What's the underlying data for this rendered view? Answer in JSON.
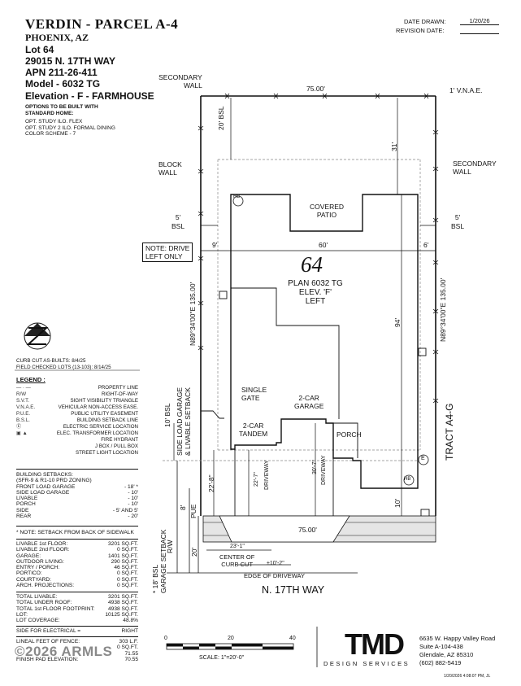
{
  "header": {
    "project": "VERDIN - PARCEL A-4",
    "city": "PHOENIX, AZ",
    "lot": "Lot 64",
    "address": "29015 N. 17TH WAY",
    "apn": "APN 211-26-411",
    "model": "Model - 6032 TG",
    "elevation": "Elevation - F - FARMHOUSE",
    "options_title1": "OPTIONS TO BE BUILT WITH",
    "options_title2": "STANDARD HOME:",
    "option1": "OPT. STUDY ILO. FLEX",
    "option2": "OPT. STUDY 2 ILO. FORMAL DINING",
    "option3": "COLOR SCHEME - 7"
  },
  "date_block": {
    "date_drawn_label": "DATE DRAWN:",
    "date_drawn": "1/20/26",
    "revision_label": "REVISION DATE:"
  },
  "plan": {
    "lot_number": "64",
    "plan_name": "PLAN 6032 TG",
    "elev": "ELEV. 'F'",
    "handing": "LEFT",
    "labels": {
      "secondary_wall_top": "SECONDARY\nWALL",
      "secondary_wall_right1": "SECONDARY",
      "secondary_wall_right2": "WALL",
      "secondary_wall_top1": "SECONDARY",
      "secondary_wall_top2": "WALL",
      "vnae": "1' V.N.A.E.",
      "block_wall1": "BLOCK",
      "block_wall2": "WALL",
      "bsl_left1": "5'",
      "bsl_left2": "BSL",
      "bsl_right1": "5'",
      "bsl_right2": "BSL",
      "note1": "NOTE: DRIVE",
      "note2": "LEFT ONLY",
      "covered1": "COVERED",
      "covered2": "PATIO",
      "single1": "SINGLE",
      "single2": "GATE",
      "garage1": "2-CAR",
      "garage2": "GARAGE",
      "tandem1": "2-CAR",
      "tandem2": "TANDEM",
      "porch": "PORCH",
      "driveway": "DRIVEWAY",
      "tract": "TRACT A4-G",
      "street": "N. 17TH WAY",
      "edge_driveway": "EDGE OF DRIVEWAY",
      "center_curb1": "CENTER OF",
      "center_curb2": "CURB CUT",
      "side_load1": "SIDE LOAD GARAGE",
      "side_load2": "& LIVABLE SETBACK",
      "garage_setback": "* 18' BSL\nGARAGE SETBACK",
      "garage_setback1": "* 18' BSL",
      "garage_setback2": "GARAGE SETBACK",
      "bsl10": "10' BSL",
      "bsl20_top": "20'  BSL",
      "pue": "PUE",
      "rw": "R/W",
      "hb": "HB",
      "e": "E"
    },
    "dims": {
      "top": "75.00'",
      "bottom": "75.00'",
      "width60": "60'",
      "d9": "9'",
      "d6": "6'",
      "d31": "31'",
      "d94": "94'",
      "d10": "10'",
      "d20": "20'",
      "d8": "8'",
      "d20b": "20'",
      "d22_8": "22'-8\"",
      "d22_7": "22'-7\"",
      "d30_7": "30'-7\"",
      "d23_1": "23'-1\"",
      "d10_2": "±10'-2\"",
      "bearing_left": "N89°34'00\"E 135.00'",
      "bearing_right": "N89°34'00\"E 135.00'"
    }
  },
  "curb": {
    "line1": "CURB CUT AS-BUILTS: 8/4/25",
    "line2": "FIELD CHECKED LOTS (13-103): 8/14/25"
  },
  "legend": {
    "title": "LEGEND :",
    "items": [
      {
        "sym": "— · —",
        "label": "PROPERTY LINE"
      },
      {
        "sym": "R/W",
        "label": "RIGHT-OF-WAY"
      },
      {
        "sym": "S.V.T.",
        "label": "SIGHT VISIBILITY TRIANGLE"
      },
      {
        "sym": "V.N.A.E.",
        "label": "VEHICULAR NON-ACCESS EASE."
      },
      {
        "sym": "P.U.E.",
        "label": "PUBLIC UTILITY EASEMENT"
      },
      {
        "sym": "B.S.L.",
        "label": "BUILDING SETBACK LINE"
      },
      {
        "sym": "Ⓔ",
        "label": "ELECTRIC SERVICE LOCATION"
      },
      {
        "sym": "▣ ▲",
        "label": "ELEC. TRANSFORMER LOCATION"
      },
      {
        "sym": "",
        "label": "FIRE HYDRANT"
      },
      {
        "sym": "",
        "label": "J BOX / PULL BOX"
      },
      {
        "sym": "",
        "label": "STREET LIGHT LOCATION"
      }
    ]
  },
  "setbacks": {
    "title": "BUILDING SETBACKS:",
    "zoning": "(SFR-9 & R1-10 PRD ZONING)",
    "items": [
      {
        "label": "FRONT LOAD GARAGE",
        "value": "- 18' *"
      },
      {
        "label": "SIDE LOAD GARAGE",
        "value": "- 10'"
      },
      {
        "label": "LIVABLE",
        "value": "- 10'"
      },
      {
        "label": "PORCH",
        "value": "- 10'"
      },
      {
        "label": "SIDE",
        "value": "- 5' AND 5'"
      },
      {
        "label": "REAR",
        "value": "- 20'"
      }
    ],
    "note": "* NOTE: SETBACK FROM BACK OF SIDEWALK"
  },
  "areas": [
    {
      "label": "LIVABLE 1st FLOOR:",
      "value": "3201 SQ.FT."
    },
    {
      "label": "LIVABLE 2nd FLOOR:",
      "value": "0 SQ.FT."
    },
    {
      "label": "GARAGE:",
      "value": "1401 SQ.FT."
    },
    {
      "label": "OUTDOOR LIVING:",
      "value": "290 SQ.FT."
    },
    {
      "label": "ENTRY / PORCH:",
      "value": "46 SQ.FT."
    },
    {
      "label": "PORTICO:",
      "value": "0 SQ.FT."
    },
    {
      "label": "COURTYARD:",
      "value": "0 SQ.FT."
    },
    {
      "label": "ARCH. PROJECTIONS:",
      "value": "0 SQ.FT."
    }
  ],
  "totals": [
    {
      "label": "TOTAL LIVABLE:",
      "value": "3201 SQ.FT."
    },
    {
      "label": "TOTAL UNDER ROOF:",
      "value": "4938 SQ.FT."
    },
    {
      "label": "TOTAL 1st FLOOR FOOTPRINT:",
      "value": "4938 SQ.FT."
    },
    {
      "label": "LOT:",
      "value": "10125 SQ.FT."
    },
    {
      "label": "LOT COVERAGE:",
      "value": "48.8%"
    }
  ],
  "electrical": {
    "label": "SIDE FOR ELECTRICAL =",
    "value": "RIGHT"
  },
  "fence": [
    {
      "label": "LINEAL FEET OF FENCE:",
      "value": "303 L.F."
    },
    {
      "label": "",
      "value": "0 SQ.FT."
    },
    {
      "label": "",
      "value": "71.55"
    },
    {
      "label": "FINISH PAD ELEVATION:",
      "value": "70.55"
    }
  ],
  "scale": {
    "t0": "0",
    "t20": "20",
    "t40": "40",
    "text": "SCALE:  1\"=20'-0\""
  },
  "company": {
    "logo": "TMD",
    "tag": "DESIGN SERVICES",
    "addr1": "6635 W. Happy Valley Road",
    "addr2": "Suite A-104-438",
    "addr3": "Glendale, AZ 85310",
    "phone": "(602) 882-5419"
  },
  "watermark": "©2026 ARMLS",
  "footer_stamp": "1/20/2026 4:08:07 PM, JL"
}
